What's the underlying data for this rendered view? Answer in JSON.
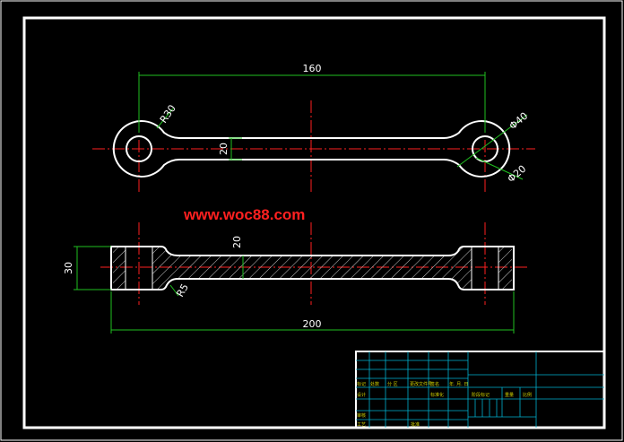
{
  "watermark": "www.woc88.com",
  "dimensions": {
    "top_length": "160",
    "top_width": "20",
    "r_boss": "R30",
    "dia_outer": "Φ40",
    "dia_inner": "Φ20",
    "bottom_length": "200",
    "bottom_height": "30",
    "bottom_web": "20",
    "fillet": "R5"
  },
  "title_block": {
    "r1": [
      "标记",
      "处数",
      "分 区",
      "更改文件号",
      "签名",
      "年. 月. 日"
    ],
    "r2": [
      "设计",
      "标准化",
      "阶段标记",
      "重量",
      "比例"
    ],
    "r3": "审核",
    "r4": [
      "工艺",
      "批准"
    ]
  }
}
